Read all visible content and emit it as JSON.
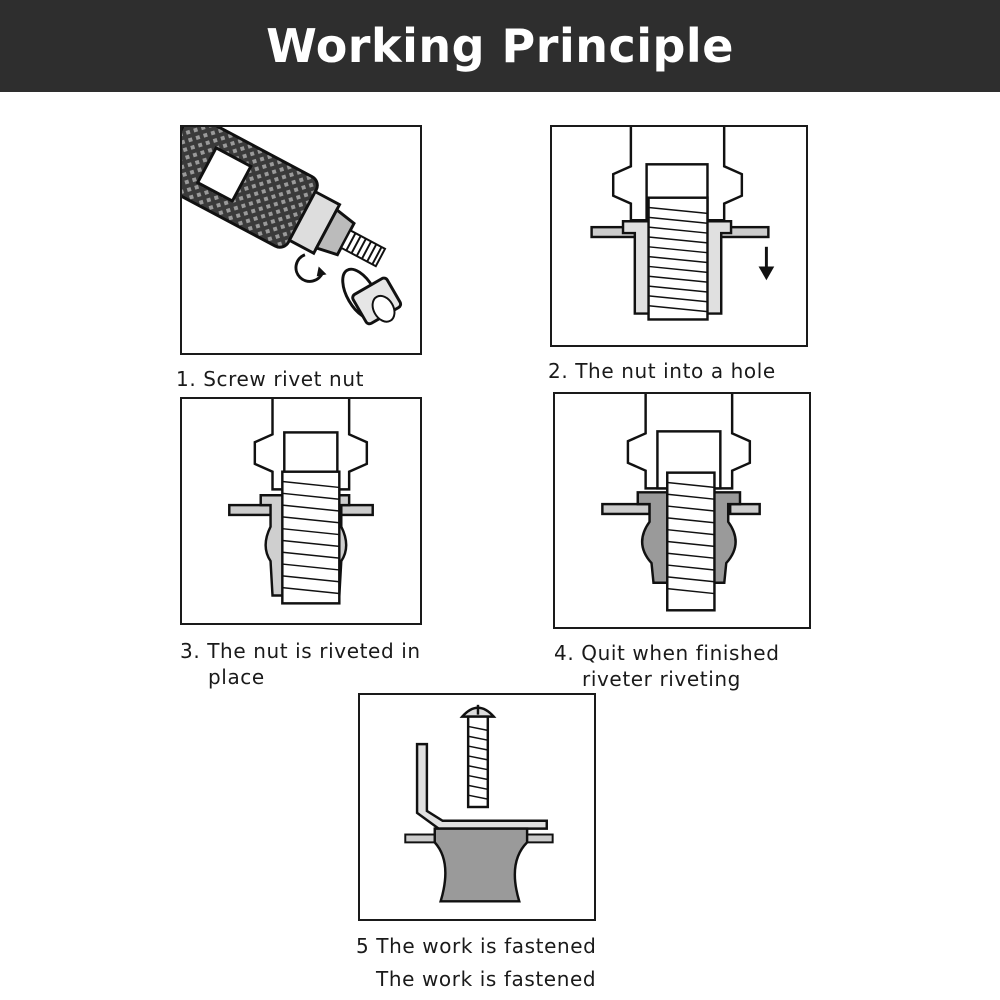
{
  "header": {
    "title": "Working Principle"
  },
  "steps": [
    {
      "caption": "1.  Screw rivet nut"
    },
    {
      "caption": "2. The nut into a hole"
    },
    {
      "caption_line1": "3. The nut is riveted in",
      "caption_line2": "place"
    },
    {
      "caption_line1": "4. Quit when finished",
      "caption_line2": "riveter riveting"
    },
    {
      "caption": "5  The work is fastened",
      "caption_repeat": "The work is fastened"
    }
  ],
  "colors": {
    "banner": "#2e2e2e",
    "line": "#1a1a1a",
    "rivet_fill": "#9a9a9a",
    "text": "#1a1a1a"
  },
  "icons": [
    "rivet-tool-icon",
    "rotate-arrow-icon",
    "down-arrow-icon",
    "screw-icon",
    "angle-bracket-icon"
  ]
}
